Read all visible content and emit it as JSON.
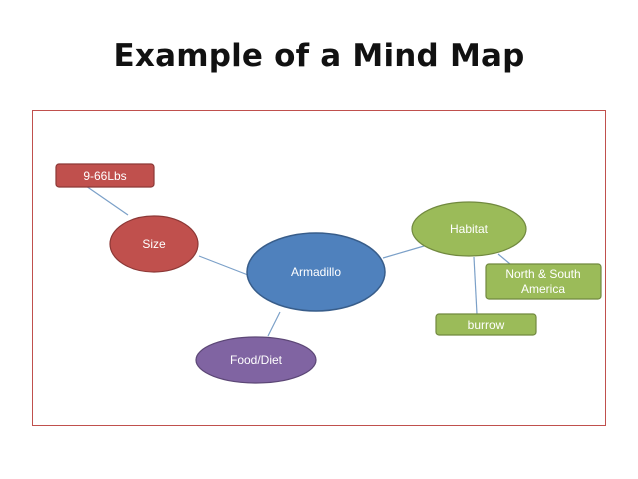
{
  "title": "Example of a Mind Map",
  "colors": {
    "frame": "#c0504d",
    "connector": "#7ba0c8",
    "center_fill": "#4f81bd",
    "center_stroke": "#385d8a",
    "red_fill": "#c0504d",
    "red_stroke": "#8c3836",
    "green_fill": "#9bbb59",
    "green_stroke": "#71893f",
    "purple_fill": "#8064a2",
    "purple_stroke": "#5c4776"
  },
  "nodes": {
    "center": "Armadillo",
    "size": "Size",
    "weight": "9-66Lbs",
    "habitat": "Habitat",
    "region_line1": "North & South",
    "region_line2": "America",
    "burrow": "burrow",
    "diet": "Food/Diet"
  }
}
